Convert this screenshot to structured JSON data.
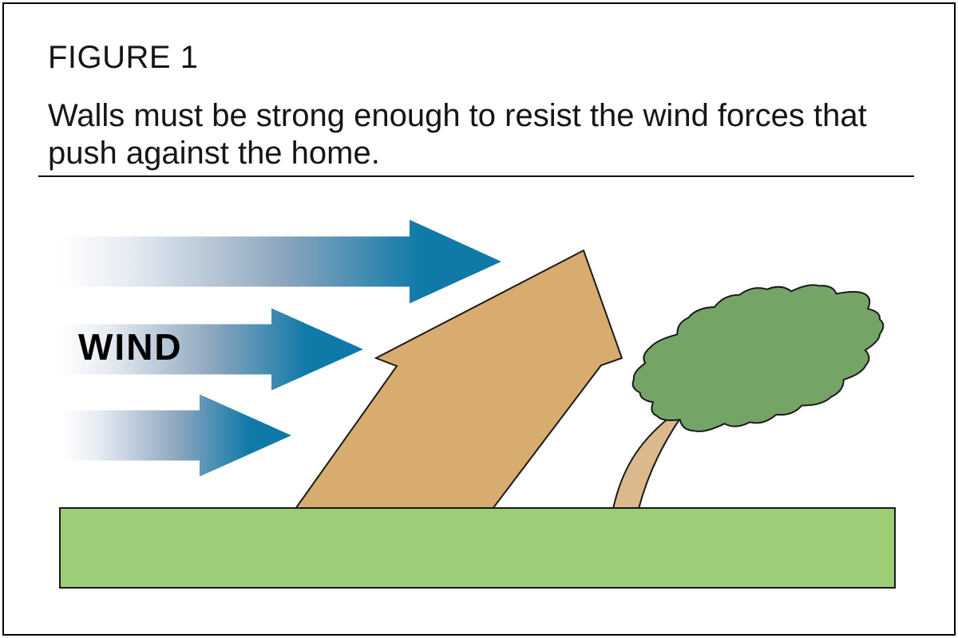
{
  "figure": {
    "label": "FIGURE 1",
    "caption": "Walls must be strong enough to resist the wind forces that push against the home.",
    "caption_line1": "Walls must be strong enough to resist the wind forces that",
    "caption_line2": "push against the home.",
    "wind_label": "WIND"
  },
  "scene": {
    "wind_arrow_count": 3,
    "objects": [
      "wind arrows",
      "tilted house",
      "bent tree",
      "ground"
    ]
  },
  "colors": {
    "arrow_blue": "#0f79a8",
    "house_tan": "#d8ab6e",
    "trunk_tan": "#dcb98c",
    "foliage_green": "#74a567",
    "ground_green": "#9ccd77",
    "outline": "#1a1a1a",
    "text": "#151515"
  }
}
